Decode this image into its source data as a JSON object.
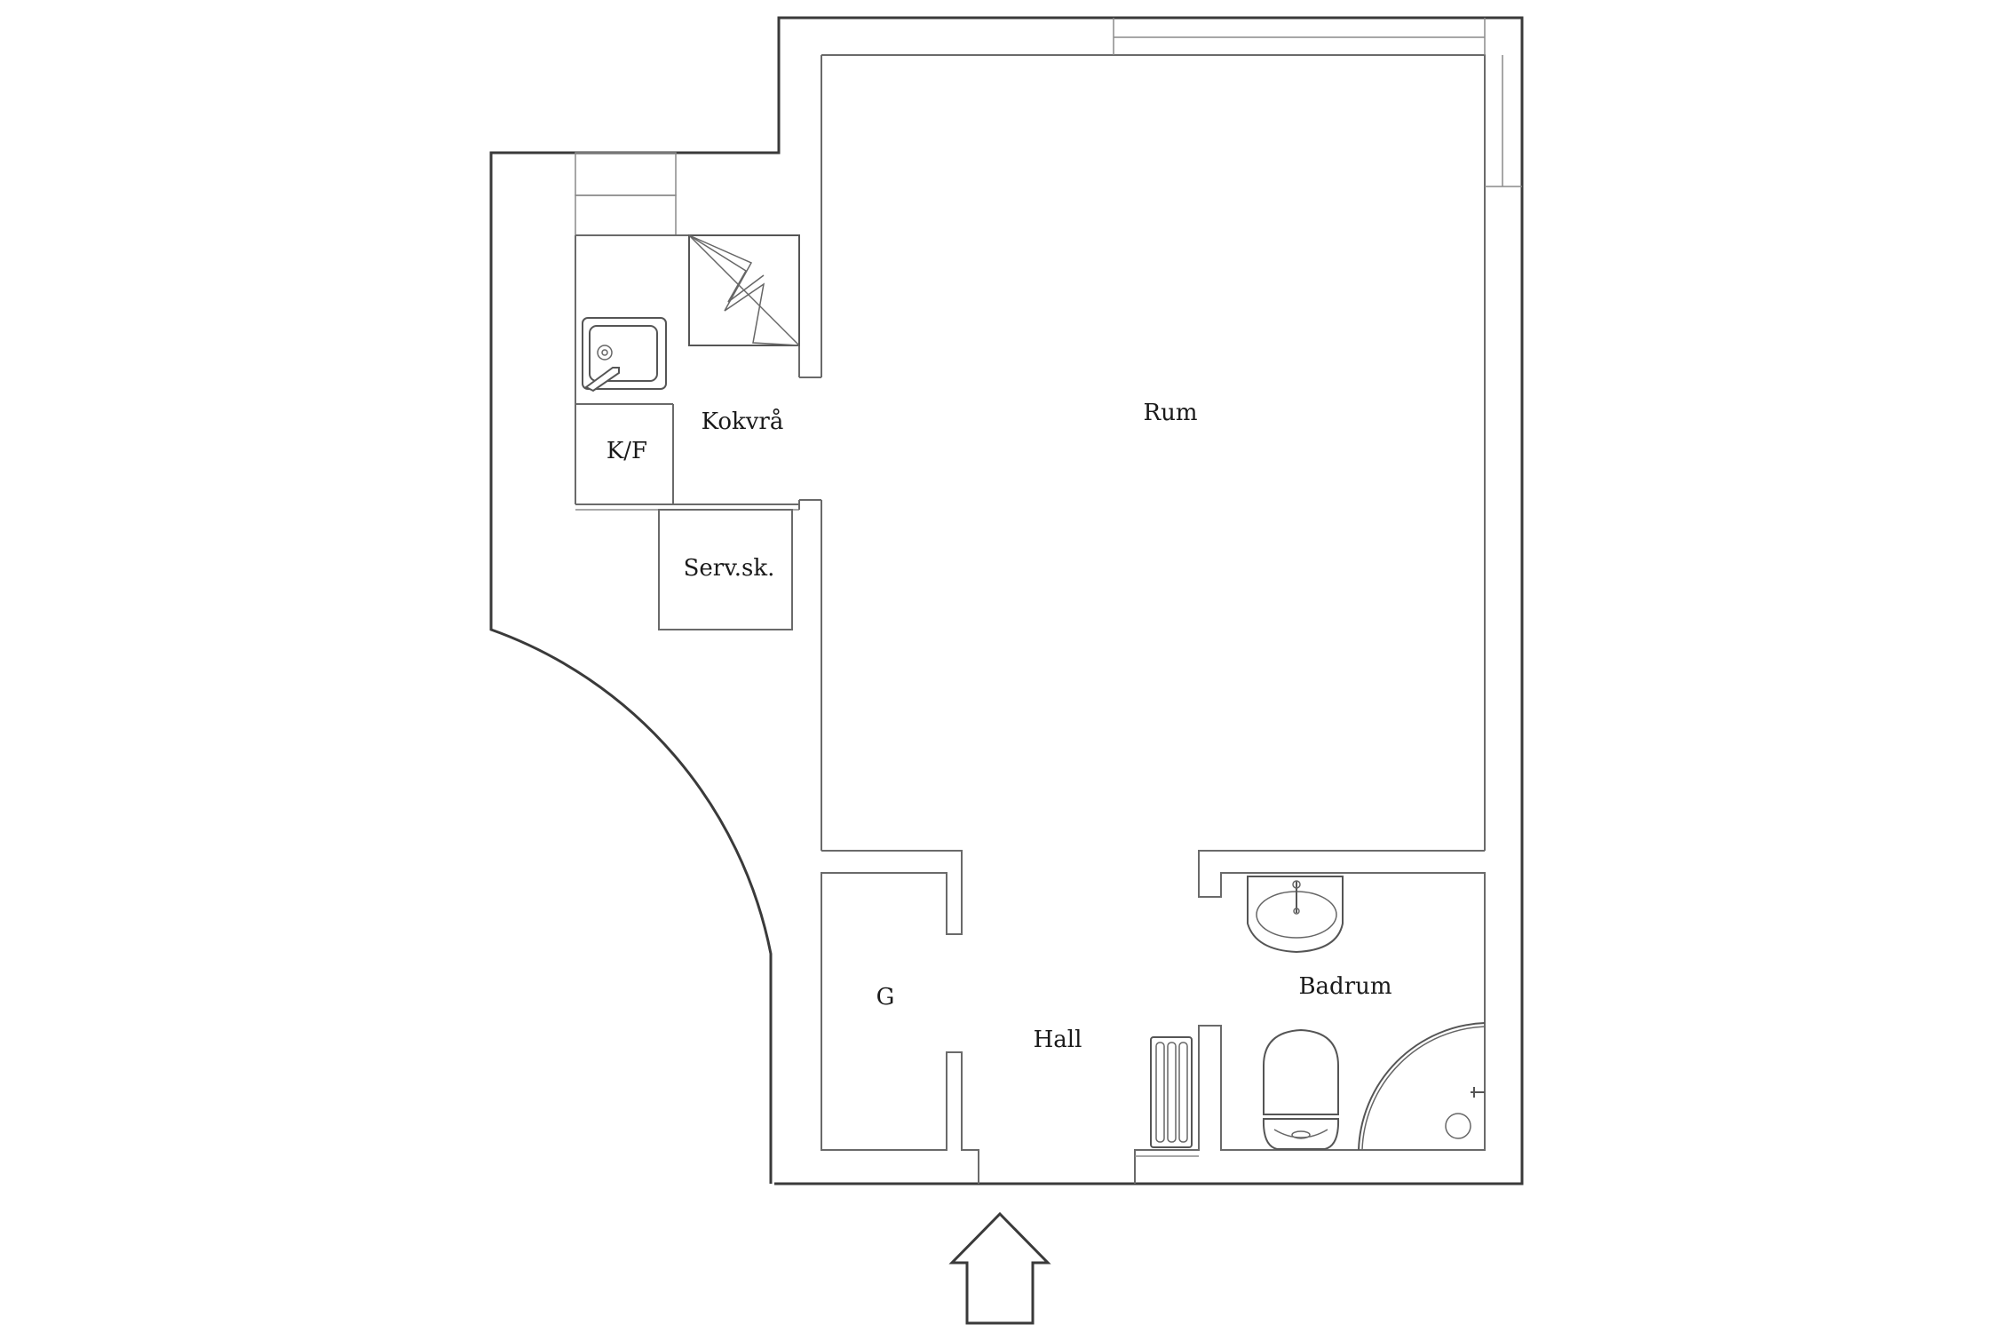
{
  "rooms": {
    "rum": "Rum",
    "kokvra": "Kokvrå",
    "kf": "K/F",
    "servsk": "Serv.sk.",
    "g": "G",
    "hall": "Hall",
    "badrum": "Badrum"
  },
  "icons": {
    "entrance": "arrow-up-icon",
    "sink": "kitchen-sink-icon",
    "stove": "hob-icon",
    "washbasin": "washbasin-icon",
    "toilet": "toilet-icon",
    "shower": "shower-icon",
    "radiator": "radiator-icon"
  },
  "colors": {
    "wall": "#3a3a3a",
    "background": "#ffffff"
  }
}
